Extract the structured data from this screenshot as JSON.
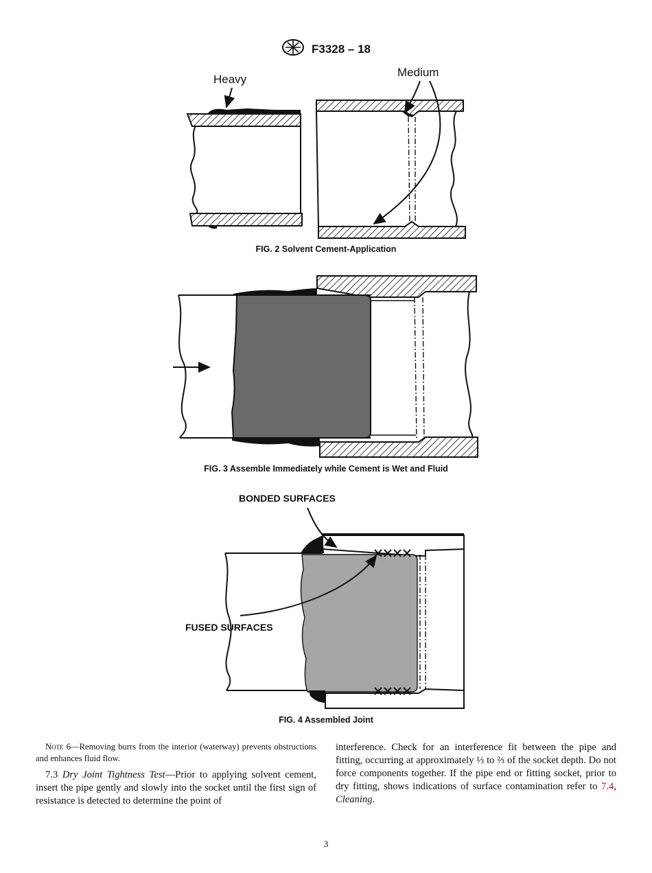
{
  "header": {
    "designation": "F3328 – 18",
    "logo_text": "ASTM"
  },
  "fig2": {
    "caption": "FIG. 2 Solvent Cement-Application",
    "label_heavy": "Heavy",
    "label_medium": "Medium"
  },
  "fig3": {
    "caption": "FIG. 3 Assemble Immediately while Cement is Wet and Fluid"
  },
  "fig4": {
    "caption": "FIG. 4 Assembled Joint",
    "label_bonded": "BONDED SURFACES",
    "label_fused": "FUSED SURFACES"
  },
  "note6": {
    "lead": "Note",
    "number": "6",
    "text": "—Removing burrs from the interior (waterway) prevents obstructions and enhances fluid flow."
  },
  "section_7_3": {
    "number": "7.3",
    "title": "Dry Joint Tightness Test",
    "text_left": "—Prior to applying solvent cement, insert the pipe gently and slowly into the socket until the first sign of resistance is detected to determine the point of",
    "text_right_a": "interference. Check for an interference fit between the pipe and fitting, occurring at approximately ⅓ to ⅔ of the socket depth. Do not force components together. If the pipe end or fitting socket, prior to dry fitting, shows indications of surface contamination refer to ",
    "ref": "7.4",
    "sep": ", ",
    "ref_title": "Cleaning",
    "end": "."
  },
  "page_number": "3"
}
